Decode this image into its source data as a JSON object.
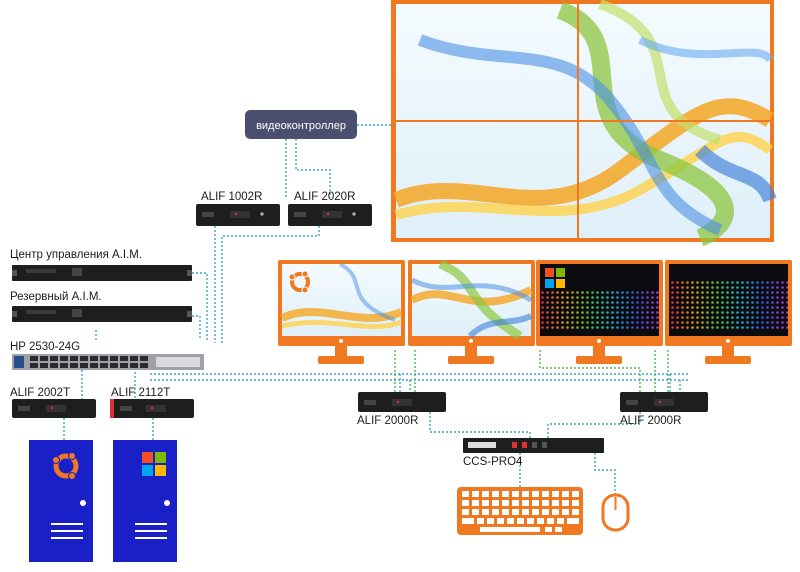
{
  "labels": {
    "videocontroller": "видеоконтроллер",
    "alif1002r": "ALIF 1002R",
    "alif2020r": "ALIF 2020R",
    "aim_center": "Центр управления A.I.M.",
    "aim_reserve": "Резервный A.I.M.",
    "switch": "HP 2530-24G",
    "alif2002t": "ALIF 2002T",
    "alif2112t": "ALIF 2112T",
    "alif2000r_left": "ALIF 2000R",
    "alif2000r_right": "ALIF 2000R",
    "ccs_pro4": "CCS-PRO4"
  },
  "colors": {
    "orange": "#f07820",
    "unit_dark": "#1e1e1e",
    "tower_blue": "#1a20c8",
    "controller_box": "#4a4f6e",
    "cable_cyan": "#3aa7c8",
    "cable_green": "#4cb84c"
  },
  "icons": [
    "ubuntu-icon",
    "windows-icon",
    "keyboard-icon",
    "mouse-icon",
    "monitor-icon"
  ]
}
